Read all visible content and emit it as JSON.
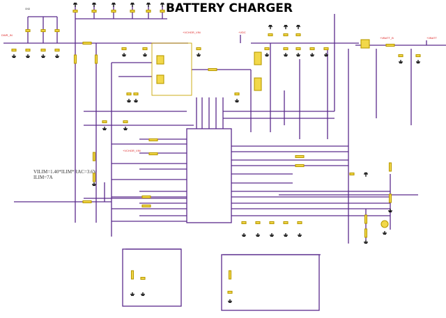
{
  "title": "BATTERY CHARGER",
  "notes": [
    "VILIM=1.40*ILIM*RAC=3.6V",
    "ILIM=7A"
  ],
  "nets": {
    "dwr_in": "DWR_IN",
    "vchgr_vin": "+VCHGR_VIN",
    "vdc": "+VDC",
    "vbatt_b": "+VBATT_B",
    "vbatt": "+VBATT",
    "vchgr_vin2": "+VCHGR_VIN",
    "gnd": "GND"
  },
  "colors": {
    "wire": "#5a2a8c",
    "component": "#f2d84a",
    "net_label": "#dd2222"
  }
}
